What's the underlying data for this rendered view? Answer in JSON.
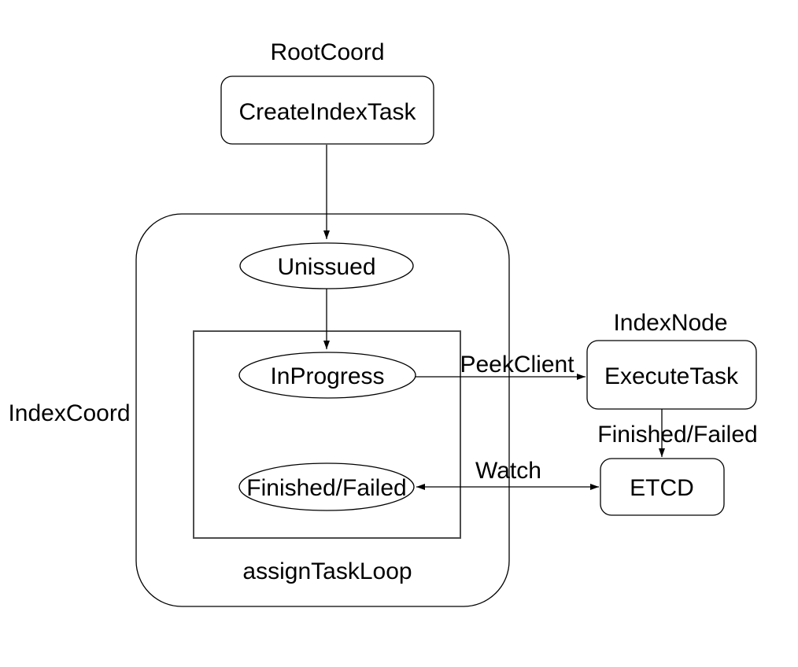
{
  "diagram": {
    "background_color": "#ffffff",
    "stroke_color": "#000000",
    "inner_loop_stroke_color": "#4d4d4d",
    "text_color": "#000000",
    "groups": {
      "root_coord": {
        "label": "RootCoord"
      },
      "index_coord": {
        "label": "IndexCoord"
      },
      "index_node": {
        "label": "IndexNode"
      },
      "assign_task_loop": {
        "label": "assignTaskLoop"
      }
    },
    "nodes": {
      "create_index_task": {
        "label": "CreateIndexTask",
        "shape": "rounded-rect"
      },
      "unissued": {
        "label": "Unissued",
        "shape": "ellipse"
      },
      "in_progress": {
        "label": "InProgress",
        "shape": "ellipse"
      },
      "finished_failed_state": {
        "label": "Finished/Failed",
        "shape": "ellipse"
      },
      "execute_task": {
        "label": "ExecuteTask",
        "shape": "rounded-rect"
      },
      "etcd": {
        "label": "ETCD",
        "shape": "rounded-rect"
      }
    },
    "edges": {
      "create_to_unissued": {
        "label": ""
      },
      "unissued_to_inprogress": {
        "label": ""
      },
      "peek_client": {
        "label": "PeekClient"
      },
      "finished_failed_report": {
        "label": "Finished/Failed"
      },
      "watch": {
        "label": "Watch"
      }
    }
  }
}
